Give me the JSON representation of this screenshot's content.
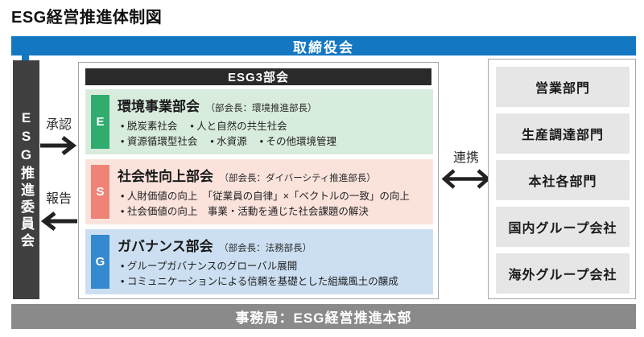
{
  "page": {
    "title": "ESG経営推進体制図"
  },
  "board": {
    "label": "取締役会"
  },
  "committee": {
    "label": "ESG推進委員会"
  },
  "arrows": {
    "approval": "承認",
    "report": "報告",
    "collaboration": "連携"
  },
  "subcommittees": {
    "header": "ESG3部会",
    "items": [
      {
        "badge": "E",
        "title": "環境事業部会",
        "chair": "（部会長：環境推進部長）",
        "bullets": [
          "• 脱炭素社会　 • 人と自然の共生社会",
          "• 資源循環型社会　 • 水資源　 • その他環境管理"
        ]
      },
      {
        "badge": "S",
        "title": "社会性向上部会",
        "chair": "（部会長：ダイバーシティ推進部長）",
        "bullets": [
          "• 人財価値の向上　「従業員の自律」×「ベクトルの一致」の向上",
          "• 社会価値の向上　事業・活動を通じた社会課題の解決"
        ]
      },
      {
        "badge": "G",
        "title": "ガバナンス部会",
        "chair": "（部会長：法務部長）",
        "bullets": [
          "• グループガバナンスのグローバル展開",
          "• コミュニケーションによる信頼を基礎とした組織風土の醸成"
        ]
      }
    ]
  },
  "departments": {
    "items": [
      {
        "label": "営業部門"
      },
      {
        "label": "生産調達部門"
      },
      {
        "label": "本社各部門"
      },
      {
        "label": "国内グループ会社"
      },
      {
        "label": "海外グループ会社"
      }
    ]
  },
  "secretariat": {
    "label": "事務局：ESG経営推進本部"
  },
  "colors": {
    "board_blue": "#1477c2",
    "committee_dark": "#404040",
    "header_dark": "#2a2a2a",
    "env_bg": "#d8ecdd",
    "env_badge": "#2fac6e",
    "soc_bg": "#fbe3dc",
    "soc_badge": "#ef8377",
    "gov_bg": "#ccdff2",
    "gov_badge": "#3489cf",
    "dept_gray": "#e6e6e6",
    "secretariat_gray": "#8a8a8a"
  }
}
